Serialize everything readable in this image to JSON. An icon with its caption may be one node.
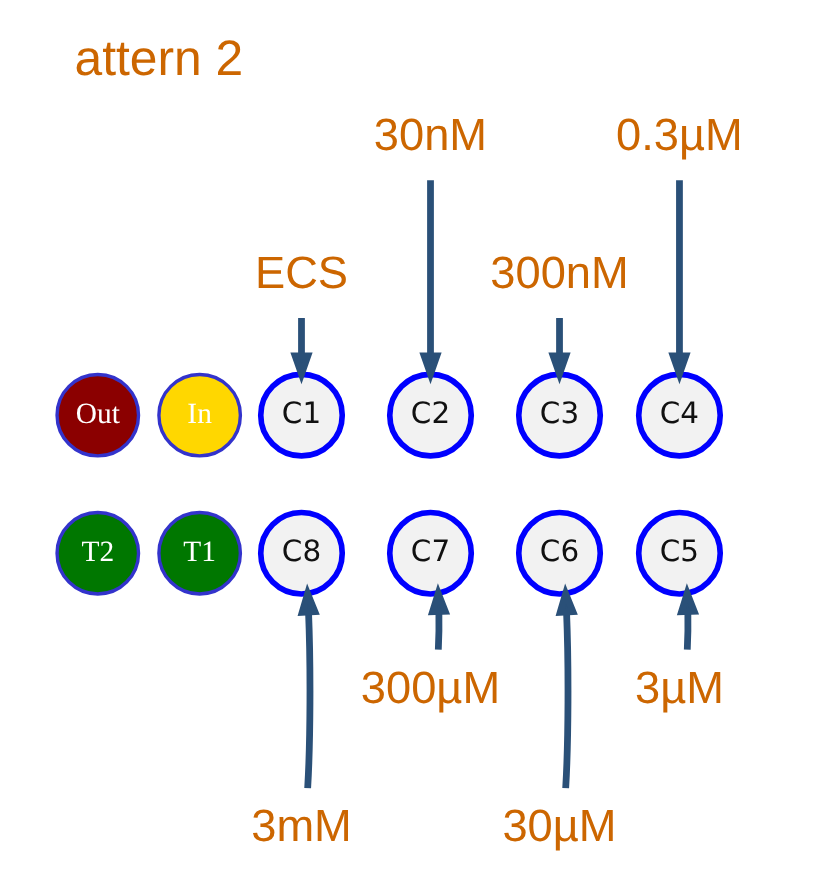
{
  "diagram": {
    "title": "attern 2",
    "nodes": [
      {
        "text": [
          "Out"
        ]
      },
      {
        "text": [
          "In"
        ]
      },
      {
        "text": [
          "C1"
        ]
      },
      {
        "text": [
          "C2"
        ]
      },
      {
        "text": [
          "C3"
        ]
      },
      {
        "text": [
          "C4"
        ]
      },
      {
        "text": [
          "T2"
        ]
      },
      {
        "text": [
          "T1"
        ]
      },
      {
        "text": [
          "C8"
        ]
      },
      {
        "text": [
          "C7"
        ]
      },
      {
        "text": [
          "C6"
        ]
      },
      {
        "text": [
          "C5"
        ]
      },
      {
        "text": [
          "ECS"
        ]
      },
      {
        "text": [
          "30nM"
        ]
      },
      {
        "text": [
          "300nM"
        ]
      },
      {
        "text": [
          "0.3µM"
        ]
      },
      {
        "text": [
          "300µM"
        ]
      },
      {
        "text": [
          "3µM"
        ]
      },
      {
        "text": [
          "3mM"
        ]
      },
      {
        "text": [
          "30µM"
        ]
      }
    ],
    "edges": [
      {
        "from": 12,
        "to": 2,
        "arrow": "to"
      },
      {
        "from": 13,
        "to": 3,
        "arrow": "to"
      },
      {
        "from": 14,
        "to": 4,
        "arrow": "to"
      },
      {
        "from": 15,
        "to": 5,
        "arrow": "to"
      },
      {
        "from": 16,
        "to": 9,
        "arrow": "to"
      },
      {
        "from": 17,
        "to": 11,
        "arrow": "to"
      },
      {
        "from": 18,
        "to": 8,
        "arrow": "to"
      },
      {
        "from": 19,
        "to": 10,
        "arrow": "to"
      }
    ]
  }
}
